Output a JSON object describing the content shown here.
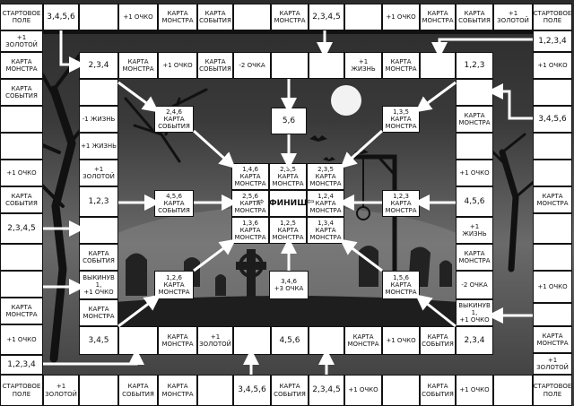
{
  "labels": {
    "start": "СТАРТОВОЕ\nПОЛЕ",
    "point": "+1 ОЧКО",
    "monster": "КАРТА\nМОНСТРА",
    "event": "КАРТА\nСОБЫТИЯ",
    "gold": "+1 ЗОЛОТОЙ",
    "life_plus": "+1 ЖИЗНЬ",
    "life_minus": "-1 ЖИЗНЬ",
    "minus2": "-2 ОЧКА",
    "throw1": "ВЫКИНУВ 1,\n+1 ОЧКО",
    "finish": "ФИНИШ"
  },
  "dice": {
    "d3456": "3,4,5,6",
    "d2345": "2,3,4,5",
    "d1234": "1,2,3,4",
    "d234": "2,3,4",
    "d123": "1,2,3",
    "d345": "3,4,5",
    "d456": "4,5,6",
    "d56": "5,6",
    "d46_points": "3,4,6\n+3 ОЧКА",
    "c246_event": "2,4,6 КАРТА\nСОБЫТИЯ",
    "c135_monster": "1,3,5 КАРТА\nМОНСТРА",
    "c456_event": "4,5,6 КАРТА\nСОБЫТИЯ",
    "c123_monster": "1,2,3 КАРТА\nМОНСТРА",
    "c126_monster": "1,2,6 КАРТА\nМОНСТРА",
    "c156_monster": "1,5,6 КАРТА\nМОНСТРА",
    "g146": "1,4,6 КАРТА\nМОНСТРА",
    "g235a": "2,3,5 КАРТА\nМОНСТРА",
    "g235b": "2,3,5 КАРТА\nМОНСТРА",
    "g256": "2,5,6 КАРТА\nМОНСТРА",
    "g124": "1,2,4 КАРТА\nМОНСТРА",
    "g136": "1,3,6 КАРТА\nМОНСТРА",
    "g125": "1,2,5 КАРТА\nМОНСТРА",
    "g134": "1,3,4 КАРТА\nМОНСТРА"
  },
  "icons": [
    "moon-icon",
    "tree-icon",
    "gallows-icon",
    "bats-icon",
    "tombstone-icon",
    "celtic-cross-icon"
  ],
  "colors": {
    "cell": "#ffffff",
    "border": "#111111",
    "sky": "#2b2b2b",
    "moon": "#f2f2f2"
  }
}
